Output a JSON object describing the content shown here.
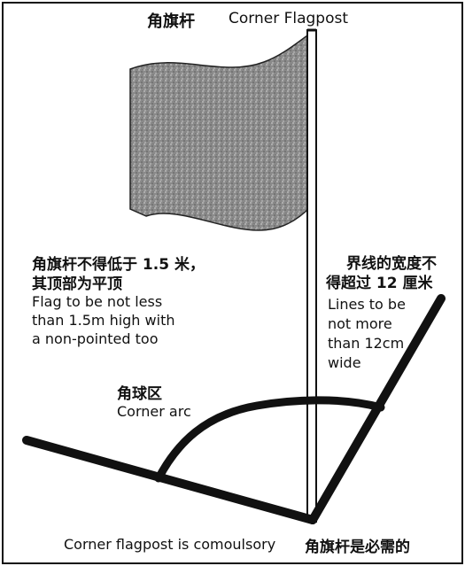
{
  "title": {
    "zh": "角旗杆",
    "en": "Corner Flagpost"
  },
  "flag_note": {
    "zh_line1": "角旗杆不得低于 1.5 米，",
    "zh_line2": "其顶部为平顶",
    "en_line1": "Flag to be not less",
    "en_line2": "than 1.5m high with",
    "en_line3": "a non-pointed too"
  },
  "line_note": {
    "zh_line1": "界线的宽度不",
    "zh_line2": "得超过 12 厘米",
    "en_line1": "Lines to be",
    "en_line2": "not more",
    "en_line3": "than 12cm",
    "en_line4": "wide"
  },
  "arc_note": {
    "zh": "角球区",
    "en": "Corner arc"
  },
  "footer": {
    "en": "Corner flagpost is comoulsory",
    "zh": "角旗杆是必需的"
  },
  "colors": {
    "ink": "#111111",
    "flag_fill": "#8a8a8a",
    "background": "#ffffff"
  }
}
